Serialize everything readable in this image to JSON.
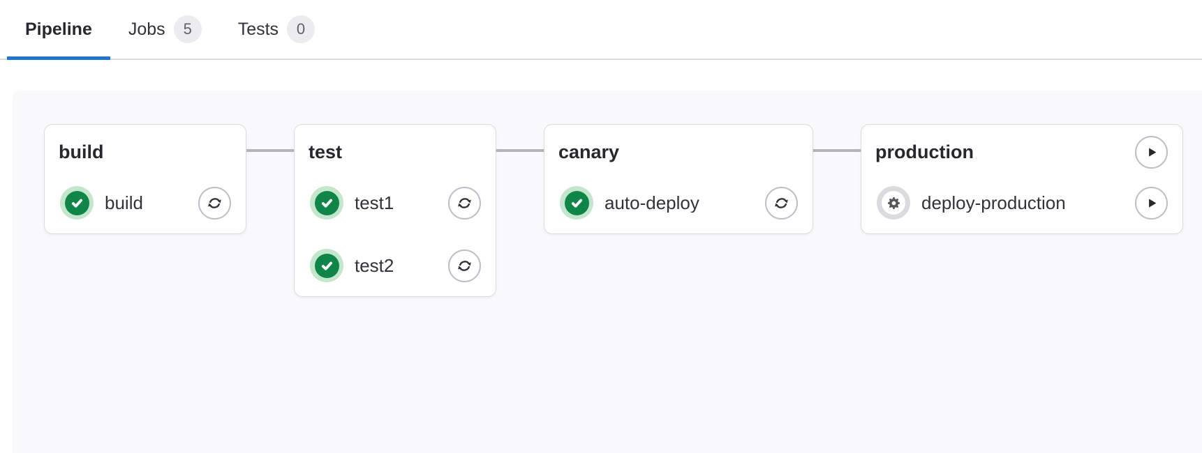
{
  "tabs": [
    {
      "label": "Pipeline",
      "active": true,
      "badge": null
    },
    {
      "label": "Jobs",
      "active": false,
      "badge": "5"
    },
    {
      "label": "Tests",
      "active": false,
      "badge": "0"
    }
  ],
  "pipeline": {
    "stages": [
      {
        "name": "build",
        "header_action": null,
        "jobs": [
          {
            "name": "build",
            "status": "success",
            "status_icon": "status-success-icon",
            "action": "retry",
            "action_icon": "retry-icon"
          }
        ]
      },
      {
        "name": "test",
        "header_action": null,
        "jobs": [
          {
            "name": "test1",
            "status": "success",
            "status_icon": "status-success-icon",
            "action": "retry",
            "action_icon": "retry-icon"
          },
          {
            "name": "test2",
            "status": "success",
            "status_icon": "status-success-icon",
            "action": "retry",
            "action_icon": "retry-icon"
          }
        ]
      },
      {
        "name": "canary",
        "header_action": null,
        "jobs": [
          {
            "name": "auto-deploy",
            "status": "success",
            "status_icon": "status-success-icon",
            "action": "retry",
            "action_icon": "retry-icon"
          }
        ]
      },
      {
        "name": "production",
        "header_action": {
          "action": "play",
          "action_icon": "play-icon"
        },
        "jobs": [
          {
            "name": "deploy-production",
            "status": "manual",
            "status_icon": "status-manual-gear-icon",
            "action": "play",
            "action_icon": "play-icon"
          }
        ]
      }
    ]
  },
  "colors": {
    "accent_blue": "#1f75cb",
    "success_green": "#108548",
    "success_halo": "#c3e6cd",
    "manual_halo": "#dbdbdf",
    "manual_gear": "#57565c",
    "connector_gray": "#b5b4b9",
    "badge_bg": "#ececef",
    "badge_text": "#626168",
    "card_border": "#dcdcde",
    "panel_bg": "#f9f9fb",
    "text_dark": "#28272d"
  }
}
